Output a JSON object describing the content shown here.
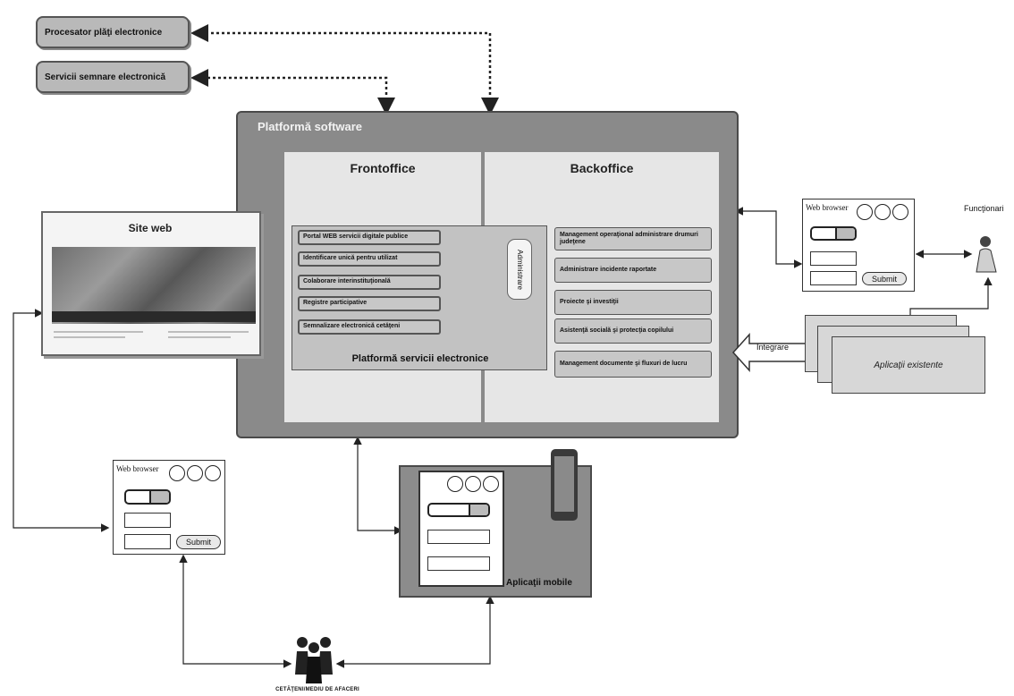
{
  "external": {
    "payments": "Procesator plăţi electronice",
    "signature": "Servicii semnare electronică"
  },
  "platform": {
    "title": "Platformă software",
    "frontoffice": {
      "title": "Frontoffice",
      "services": [
        "Portal WEB servicii digitale publice",
        "Identificare unică pentru utilizat",
        "Colaborare interinstituţională",
        "Registre participative",
        "Semnalizare electronică cetăţeni"
      ],
      "admin": "Administrare",
      "electronic_services": "Platformă servicii electronice"
    },
    "backoffice": {
      "title": "Backoffice",
      "items": [
        "Management operaţional administrare drumuri judeţene",
        "Administrare incidente raportate",
        "Proiecte şi investiţii",
        "Asistenţă socială şi protecţia copilului",
        "Management documente şi fluxuri de lucru"
      ]
    }
  },
  "site_web": {
    "title": "Site web"
  },
  "browser_right": {
    "title": "Web browser",
    "submit": "Submit"
  },
  "browser_left": {
    "title": "Web browser",
    "submit": "Submit"
  },
  "functionari": "Funcţionari",
  "integrare": "Integrare",
  "existing_apps": "Aplicaţii existente",
  "mobile": {
    "label": "Aplicaţii mobile"
  },
  "citizens": "CETĂŢENI/MEDIU DE AFACERI",
  "colors": {
    "platform": "#8a8a8a",
    "panel": "#e6e6e6",
    "box": "#c7c7c7"
  },
  "icons": [
    "double-arrow-icon",
    "person-icon",
    "people-icon",
    "phone-icon"
  ]
}
